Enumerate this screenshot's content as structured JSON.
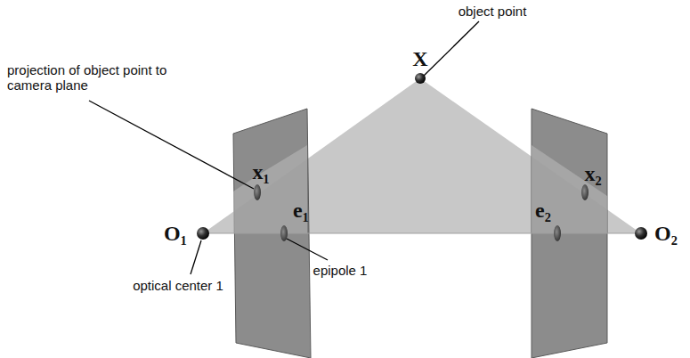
{
  "diagram": {
    "labels": [
      "object point",
      "X",
      "projection of object point to camera plane",
      "x₁",
      "O₁",
      "e₁",
      "epipole 1",
      "optical center 1",
      "x₂",
      "e₂",
      "O₂"
    ]
  }
}
